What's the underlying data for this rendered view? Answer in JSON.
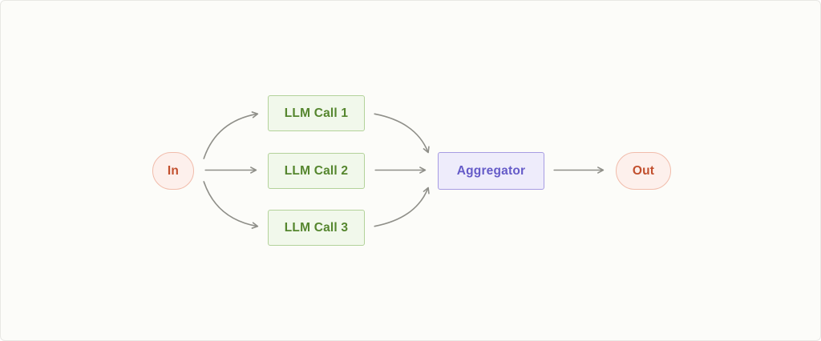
{
  "diagram": {
    "nodes": {
      "in": {
        "label": "In"
      },
      "llm1": {
        "label": "LLM Call 1"
      },
      "llm2": {
        "label": "LLM Call 2"
      },
      "llm3": {
        "label": "LLM Call 3"
      },
      "aggregator": {
        "label": "Aggregator"
      },
      "out": {
        "label": "Out"
      }
    },
    "edges": [
      {
        "from": "in",
        "to": "llm1"
      },
      {
        "from": "in",
        "to": "llm2"
      },
      {
        "from": "in",
        "to": "llm3"
      },
      {
        "from": "llm1",
        "to": "aggregator"
      },
      {
        "from": "llm2",
        "to": "aggregator"
      },
      {
        "from": "llm3",
        "to": "aggregator"
      },
      {
        "from": "aggregator",
        "to": "out"
      }
    ],
    "colors": {
      "background": "#fcfcf9",
      "border": "#e8e8e4",
      "arrow": "#8f8f89",
      "green_bg": "#f1f8eb",
      "green_border": "#b3d29a",
      "green_text": "#55862e",
      "purple_bg": "#eeecfb",
      "purple_border": "#a79ce2",
      "purple_text": "#655bc8",
      "pink_bg": "#fdf0ec",
      "pink_border": "#f1bcab",
      "red_text": "#c24f2d"
    }
  }
}
